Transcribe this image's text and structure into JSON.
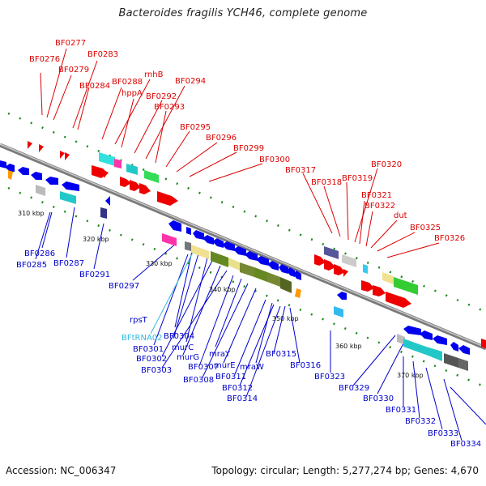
{
  "title": "Bacteroides fragilis YCH46, complete genome",
  "footer": {
    "accession": "Accession: NC_006347",
    "stats": "Topology: circular; Length: 5,277,274 bp; Genes: 4,670"
  },
  "colors": {
    "forward_label": "#dd0000",
    "reverse_label": "#0000cc",
    "rna_label": "#33bbdd",
    "backbone": "#888888",
    "tick": "#1a8a1a"
  },
  "ticks": [
    "310 kbp",
    "320 kbp",
    "330 kbp",
    "340 kbp",
    "350 kbp",
    "360 kbp",
    "370 kbp"
  ],
  "forward_labels": [
    "BF0277",
    "BF0276",
    "BF0283",
    "BF0279",
    "BF0284",
    "rnhB",
    "BF0288",
    "hppA",
    "BF0294",
    "BF0292",
    "BF0293",
    "BF0295",
    "BF0296",
    "BF0299",
    "BF0300",
    "BF0320",
    "BF0317",
    "BF0319",
    "BF0318",
    "BF0321",
    "BF0322",
    "dut",
    "BF0325",
    "BF0326"
  ],
  "reverse_labels": [
    "BF0286",
    "BF0285",
    "BF0287",
    "BF0291",
    "BF0297",
    "rpsT",
    "BFtRNA02",
    "BF0304",
    "BF0301",
    "murC",
    "BF0302",
    "murG",
    "BF0303",
    "mraY",
    "BF0307",
    "BF0308",
    "murE",
    "BF0311",
    "mraW",
    "BF0312",
    "BF0315",
    "BF0314",
    "BF0316",
    "BF0323",
    "BF0329",
    "BF0330",
    "BF0331",
    "BF0332",
    "BF0333",
    "BF0334"
  ]
}
